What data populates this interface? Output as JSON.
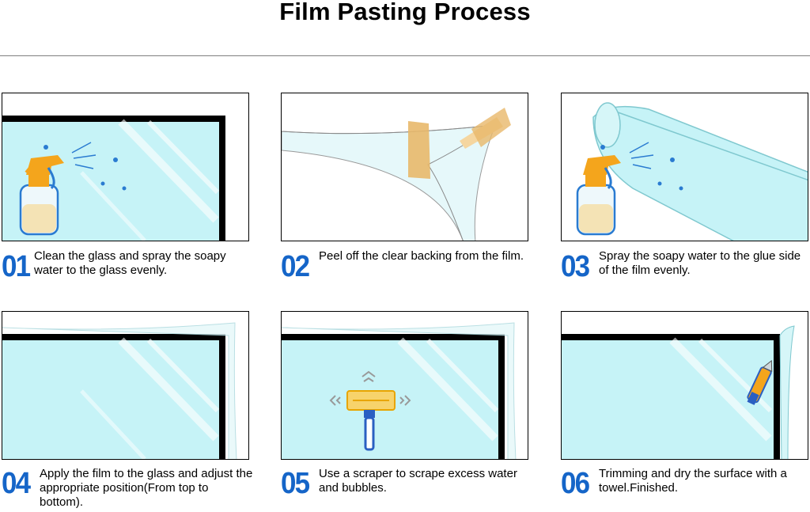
{
  "title": "Film Pasting Process",
  "steps": [
    {
      "number": "01",
      "text": "Clean the glass and spray the soapy water to the glass evenly."
    },
    {
      "number": "02",
      "text": "Peel off the clear backing from the film."
    },
    {
      "number": "03",
      "text": "Spray the soapy water to the glue side of the film evenly."
    },
    {
      "number": "04",
      "text": "Apply the film to the glass and adjust the appropriate position(From top to bottom)."
    },
    {
      "number": "05",
      "text": "Use a scraper to scrape excess water and bubbles."
    },
    {
      "number": "06",
      "text": "Trimming and dry the surface with a towel.Finished."
    }
  ],
  "colors": {
    "accent_blue": "#1565c8",
    "glass": "#c6f3f7",
    "frame": "#000000",
    "tape": "#e8b86a",
    "bottle": "#f4a51c"
  }
}
